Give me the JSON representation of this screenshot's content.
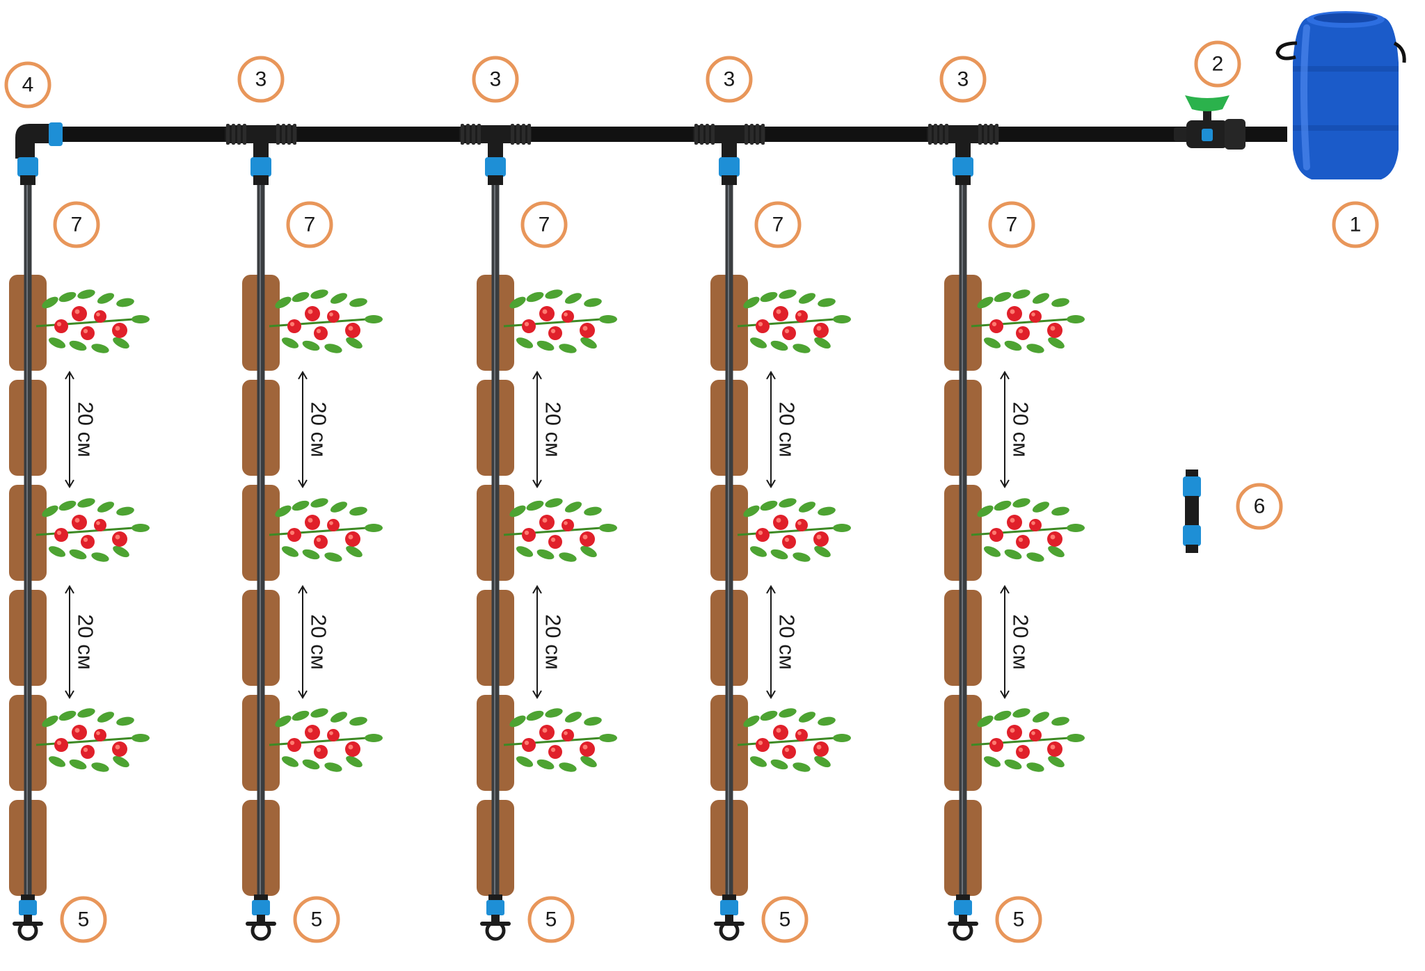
{
  "diagram": {
    "kind": "drip-irrigation-layout",
    "columns": 5,
    "spacing_label": "20 см",
    "spacing_labels_per_line": 2,
    "plants_per_line": 3,
    "soil_beds_per_line": 6,
    "markers": {
      "barrel": "1",
      "valve": "2",
      "tee": "3",
      "elbow": "4",
      "end_plug": "5",
      "coupler": "6",
      "drip_tape": "7"
    },
    "components": {
      "barrel": "barrel-icon",
      "valve": "valve-icon",
      "tee": "tee-connector-icon",
      "elbow": "elbow-connector-icon",
      "end_plug": "end-plug-icon",
      "coupler": "coupler-icon",
      "plant": "tomato-plant-icon"
    },
    "colors": {
      "marker_ring": "#E8965A",
      "soil": "#A0653A",
      "pipe": "#111111",
      "drip_tape": "#3a3d40",
      "fitting_blue": "#1E8FD6",
      "valve_green": "#2BB24C",
      "barrel_blue": "#1B5BC9",
      "tomato": "#E0202A",
      "leaf": "#4DA332"
    }
  }
}
